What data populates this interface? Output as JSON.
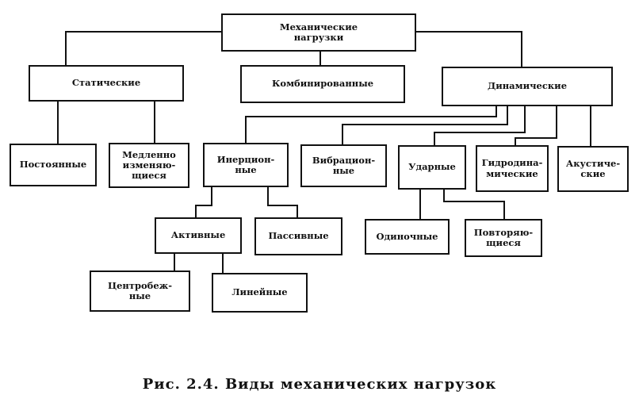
{
  "diagram": {
    "nodes": [
      {
        "id": "root",
        "label": "Механические\nнагрузки"
      },
      {
        "id": "static",
        "label": "Статические"
      },
      {
        "id": "combined",
        "label": "Комбинированные"
      },
      {
        "id": "dynamic",
        "label": "Динамические"
      },
      {
        "id": "constant",
        "label": "Постоянные"
      },
      {
        "id": "slow",
        "label": "Медленно\nизменяю-\nщиеся"
      },
      {
        "id": "inertial",
        "label": "Инерцион-\nные"
      },
      {
        "id": "vibration",
        "label": "Вибрацион-\nные"
      },
      {
        "id": "impact",
        "label": "Ударные"
      },
      {
        "id": "hydro",
        "label": "Гидродина-\nмические"
      },
      {
        "id": "acoustic",
        "label": "Акустиче-\nские"
      },
      {
        "id": "active",
        "label": "Активные"
      },
      {
        "id": "passive",
        "label": "Пассивные"
      },
      {
        "id": "single",
        "label": "Одиночные"
      },
      {
        "id": "repeated",
        "label": "Повторяю-\nщиеся"
      },
      {
        "id": "centrifugal",
        "label": "Центробеж-\nные"
      },
      {
        "id": "linear",
        "label": "Линейные"
      }
    ],
    "edges": [
      {
        "from": "root",
        "to": "static"
      },
      {
        "from": "root",
        "to": "combined"
      },
      {
        "from": "root",
        "to": "dynamic"
      },
      {
        "from": "static",
        "to": "constant"
      },
      {
        "from": "static",
        "to": "slow"
      },
      {
        "from": "dynamic",
        "to": "inertial"
      },
      {
        "from": "dynamic",
        "to": "vibration"
      },
      {
        "from": "dynamic",
        "to": "impact"
      },
      {
        "from": "dynamic",
        "to": "hydro"
      },
      {
        "from": "dynamic",
        "to": "acoustic"
      },
      {
        "from": "inertial",
        "to": "active"
      },
      {
        "from": "inertial",
        "to": "passive"
      },
      {
        "from": "impact",
        "to": "single"
      },
      {
        "from": "impact",
        "to": "repeated"
      },
      {
        "from": "active",
        "to": "centrifugal"
      },
      {
        "from": "active",
        "to": "linear"
      }
    ]
  },
  "caption": "Рис. 2.4. Виды механических нагрузок"
}
